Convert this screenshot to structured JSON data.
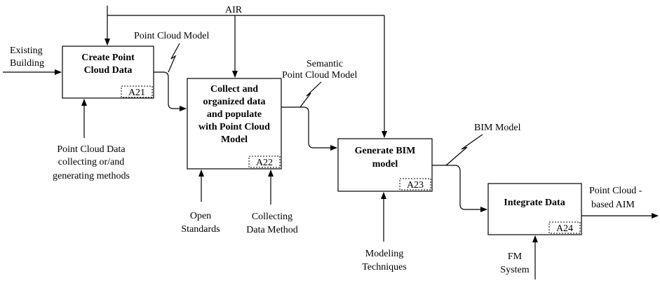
{
  "controls": {
    "air": "AIR"
  },
  "boxes": {
    "a21": {
      "title": [
        "Create Point",
        "Cloud Data"
      ],
      "tag": "A21"
    },
    "a22": {
      "title": [
        "Collect and",
        "organized data",
        "and populate",
        "with Point Cloud",
        "Model"
      ],
      "tag": "A22"
    },
    "a23": {
      "title": [
        "Generate BIM",
        "model"
      ],
      "tag": "A23"
    },
    "a24": {
      "title": [
        "Integrate Data"
      ],
      "tag": "A24"
    }
  },
  "inputs": {
    "existing_building": [
      "Existing",
      "Building"
    ]
  },
  "outputs": {
    "point_cloud_model": "Point Cloud Model",
    "semantic_point_cloud_model": [
      "Semantic",
      "Point Cloud Model"
    ],
    "bim_model": "BIM Model",
    "point_cloud_aim": [
      "Point Cloud -",
      "based AIM"
    ]
  },
  "mechanisms": {
    "pc_methods": [
      "Point Cloud Data",
      "collecting or/and",
      "generating methods"
    ],
    "open_standards": [
      "Open",
      "Standards"
    ],
    "collecting_method": [
      "Collecting",
      "Data Method"
    ],
    "modeling_techniques": [
      "Modeling",
      "Techniques"
    ],
    "fm_system": [
      "FM",
      "System"
    ]
  }
}
